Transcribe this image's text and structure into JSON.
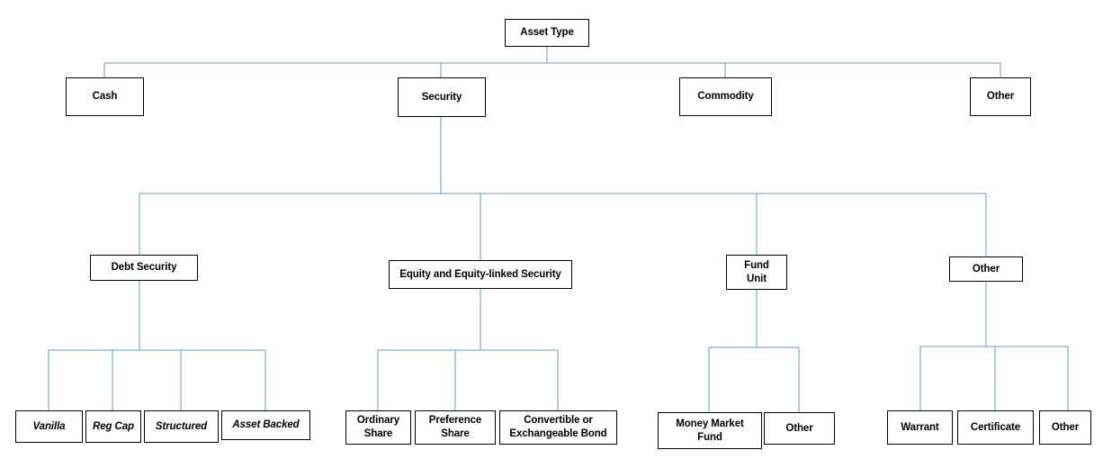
{
  "diagram": {
    "title": "Asset Type Classification Hierarchy",
    "type": "tree-diagram",
    "box_border_color": "#000000",
    "box_fill_color": "#ffffff",
    "connector_color": "#5b9bd5",
    "text_color": "#000000",
    "levels": 4
  },
  "nodes": {
    "root": {
      "label": "Asset Type"
    },
    "level2": [
      {
        "label": "Cash"
      },
      {
        "label": "Security"
      },
      {
        "label": "Commodity"
      },
      {
        "label": "Other"
      }
    ],
    "level3": [
      {
        "label": "Debt Security"
      },
      {
        "label": "Equity and Equity-linked Security"
      },
      {
        "label": "Fund\nUnit"
      },
      {
        "label": "Other"
      }
    ],
    "debt_leaves": [
      {
        "label": "Vanilla"
      },
      {
        "label": "Reg Cap"
      },
      {
        "label": "Structured"
      },
      {
        "label": "Asset Backed"
      }
    ],
    "equity_leaves": [
      {
        "label": "Ordinary\nShare"
      },
      {
        "label": "Preference\nShare"
      },
      {
        "label": "Convertible or\nExchangeable Bond"
      }
    ],
    "fund_leaves": [
      {
        "label": "Money Market\nFund"
      },
      {
        "label": "Other"
      }
    ],
    "other_leaves": [
      {
        "label": "Warrant"
      },
      {
        "label": "Certificate"
      },
      {
        "label": "Other"
      }
    ]
  }
}
